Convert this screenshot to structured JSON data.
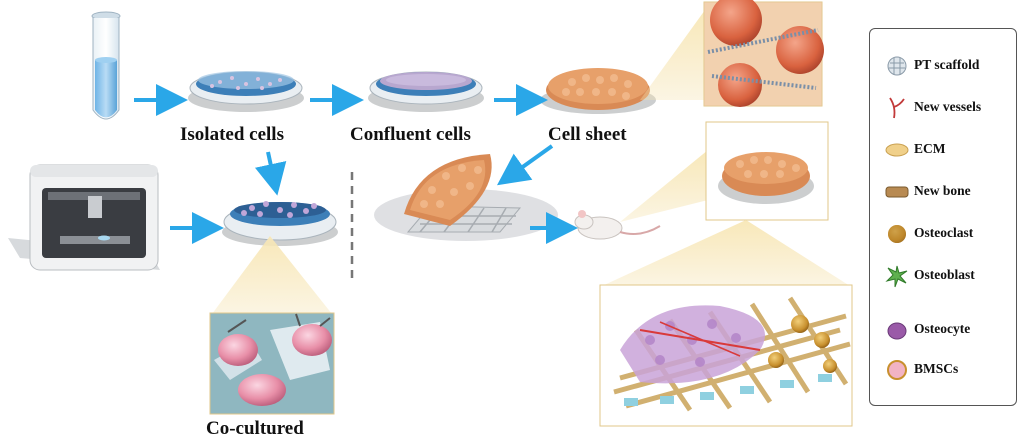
{
  "labels": {
    "isolated": "Isolated cells",
    "confluent": "Confluent cells",
    "sheet": "Cell sheet",
    "cocultured": "Co-cultured"
  },
  "legend": {
    "items": [
      {
        "label": "PT scaffold",
        "icon": "pt-scaffold-icon"
      },
      {
        "label": "New vessels",
        "icon": "new-vessels-icon"
      },
      {
        "label": "ECM",
        "icon": "ecm-icon"
      },
      {
        "label": "New bone",
        "icon": "new-bone-icon"
      },
      {
        "label": "Osteoclast",
        "icon": "osteoclast-icon"
      },
      {
        "label": "Osteoblast",
        "icon": "osteoblast-icon"
      },
      {
        "label": "Osteocyte",
        "icon": "osteocyte-icon"
      },
      {
        "label": "BMSCs",
        "icon": "bmscs-icon"
      }
    ]
  },
  "colors": {
    "arrow": "#2aa7e8",
    "dish_medium": "#3d7fb8",
    "cell_pink": "#e88fa8",
    "cell_orange": "#d98a55",
    "zoom_fill": "#f5e3b0",
    "zoom_border": "#e0c78a"
  }
}
